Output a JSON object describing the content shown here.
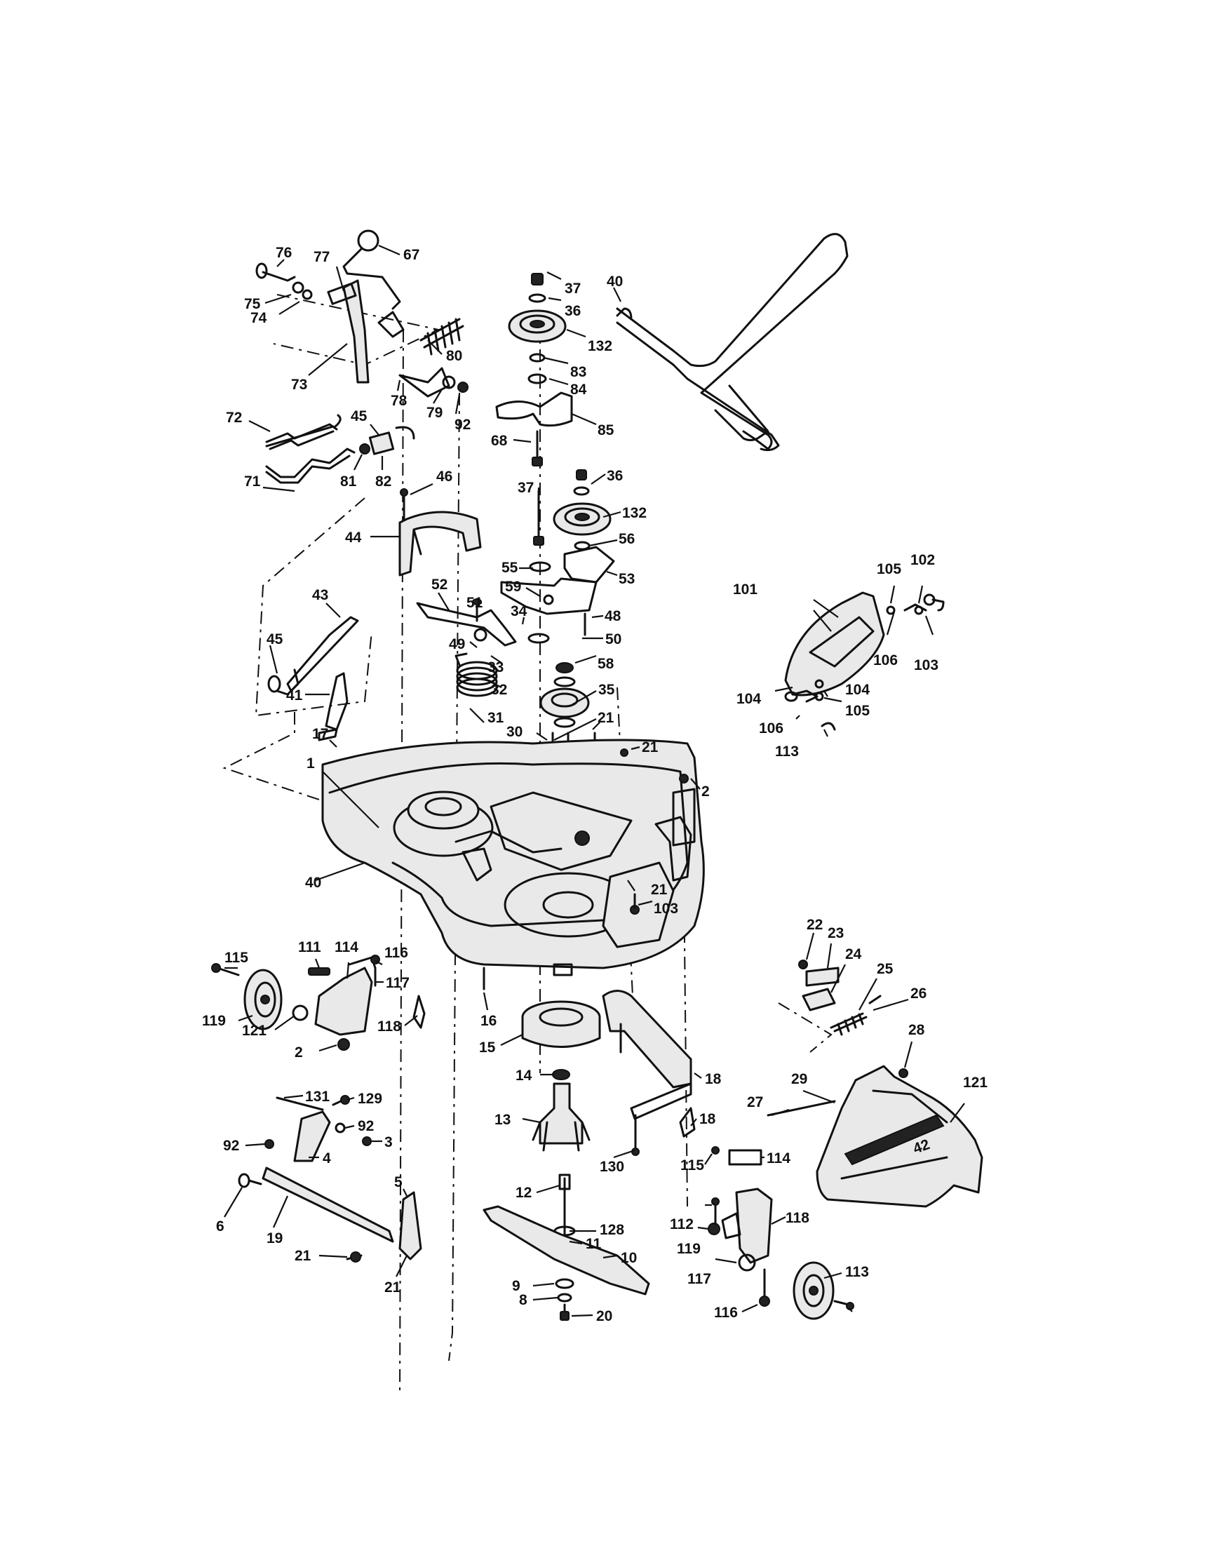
{
  "callouts": [
    "76",
    "77",
    "67",
    "75",
    "74",
    "73",
    "80",
    "78",
    "79",
    "92",
    "72",
    "45",
    "81",
    "82",
    "71",
    "46",
    "44",
    "43",
    "45",
    "41",
    "17",
    "1",
    "40",
    "37",
    "36",
    "132",
    "83",
    "84",
    "85",
    "68",
    "40",
    "37",
    "36",
    "132",
    "56",
    "55",
    "59",
    "53",
    "52",
    "51",
    "34",
    "48",
    "49",
    "33",
    "50",
    "32",
    "58",
    "31",
    "35",
    "30",
    "21",
    "21",
    "2",
    "21",
    "103",
    "105",
    "102",
    "101",
    "104",
    "106",
    "103",
    "104",
    "105",
    "106",
    "113",
    "111",
    "114",
    "116",
    "115",
    "117",
    "119",
    "121",
    "118",
    "2",
    "16",
    "15",
    "14",
    "13",
    "12",
    "128",
    "11",
    "10",
    "9",
    "8",
    "20",
    "18",
    "18",
    "130",
    "131",
    "129",
    "92",
    "92",
    "3",
    "4",
    "5",
    "6",
    "19",
    "21",
    "21",
    "22",
    "23",
    "24",
    "25",
    "26",
    "28",
    "29",
    "27",
    "121",
    "114",
    "115",
    "112",
    "118",
    "119",
    "117",
    "113",
    "116"
  ]
}
